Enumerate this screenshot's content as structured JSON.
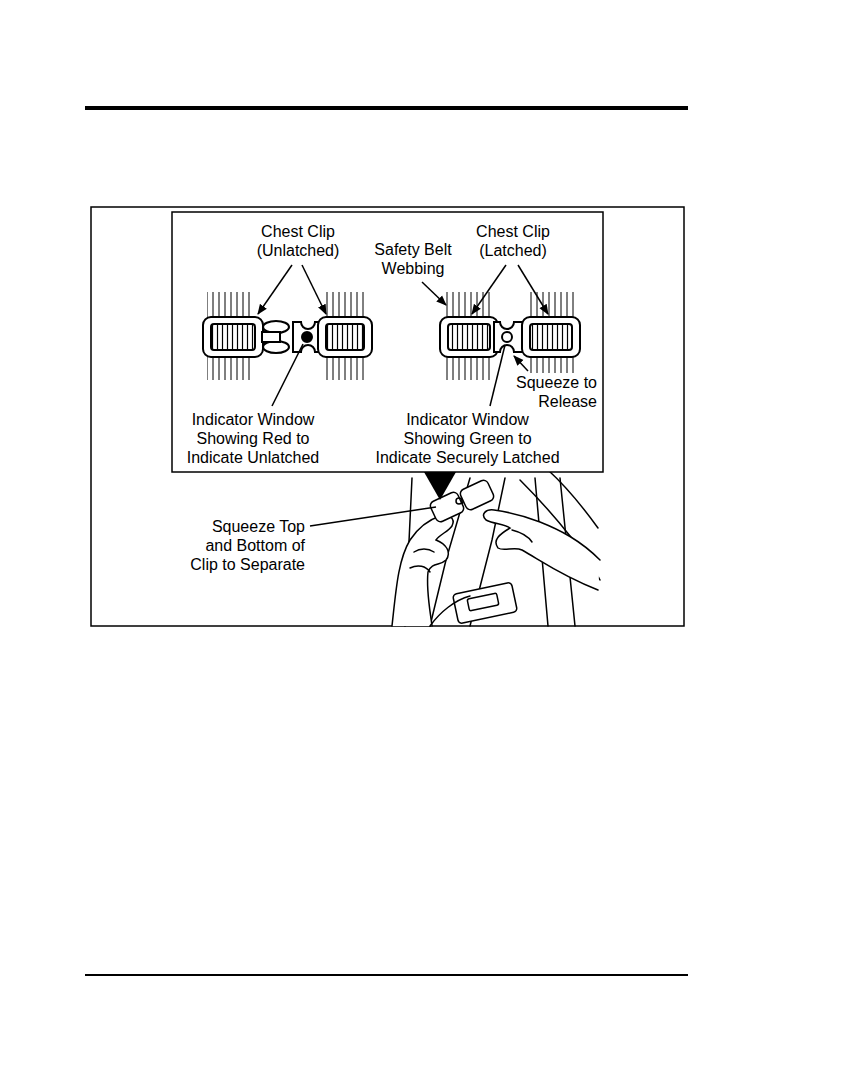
{
  "diagram": {
    "labels": [
      "Chest Clip (Unlatched)",
      "Safety Belt Webbing",
      "Chest Clip (Latched)",
      "Squeeze to Release",
      "Indicator Window Showing Red to Indicate Unlatched",
      "Indicator Window Showing Green to Indicate Securely Latched",
      "Squeeze Top and Bottom of Clip to Separate"
    ]
  }
}
